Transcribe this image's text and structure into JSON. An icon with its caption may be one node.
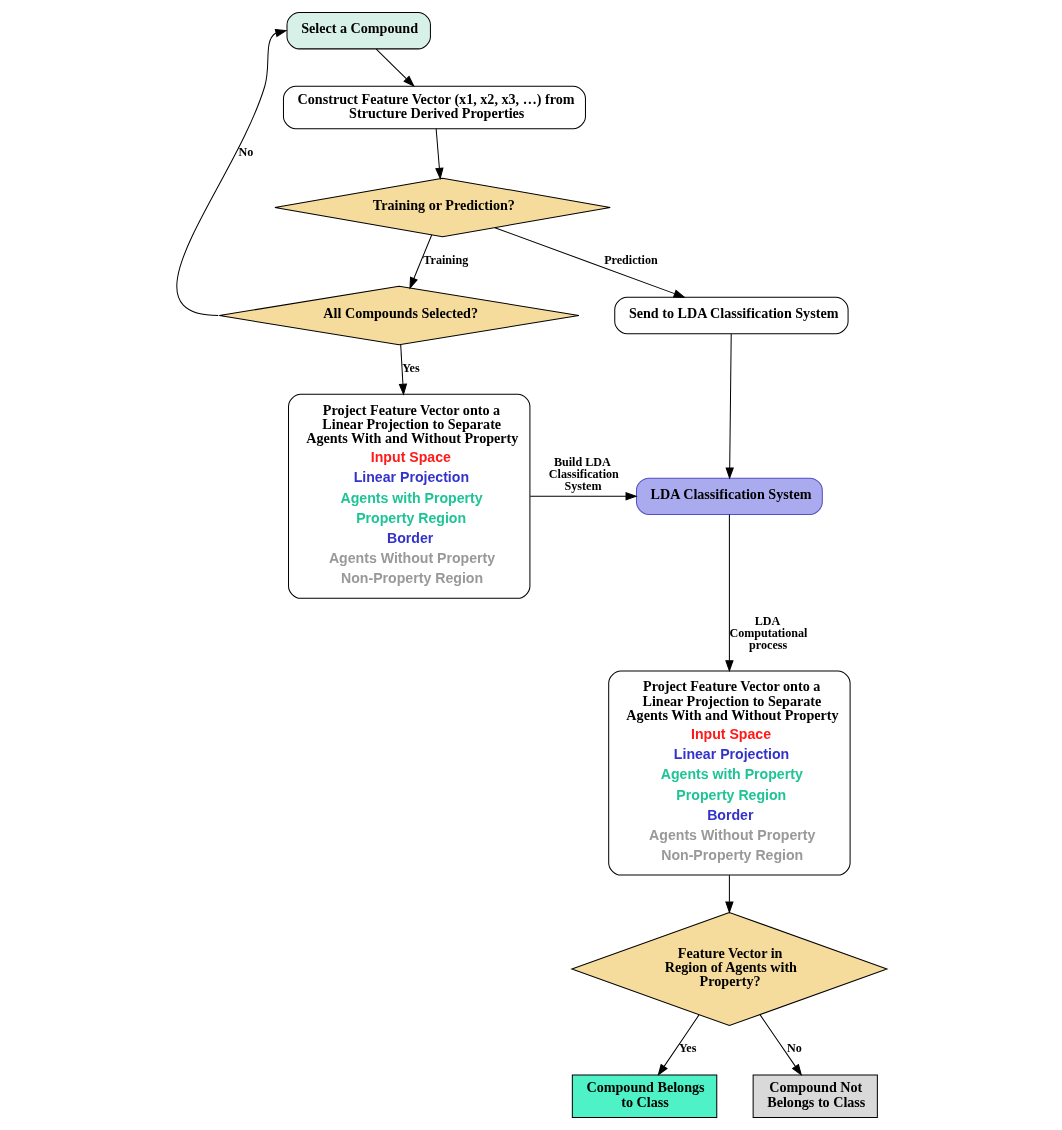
{
  "diagram": {
    "nodes": [
      {
        "text": [
          "Select a Compound"
        ]
      },
      {
        "text": [
          "Construct Feature Vector (x1, x2, x3, …) from Structure Derived Properties"
        ]
      },
      {
        "text": [
          "Training or Prediction?"
        ]
      },
      {
        "text": [
          "All Compounds Selected?"
        ]
      },
      {
        "text": [
          "Send to LDA Classification System"
        ]
      },
      {
        "text": [
          "Project Feature Vector onto a Linear Projection to Separate Agents With and Without Property",
          "Input Space",
          "Linear Projection",
          "Agents with Property",
          "Property Region",
          "Border",
          "Agents Without Property",
          "Non-Property Region"
        ]
      },
      {
        "text": [
          "LDA Classification System"
        ]
      },
      {
        "text": [
          "Project Feature Vector onto a Linear Projection to Separate Agents With and Without Property",
          "Input Space",
          "Linear Projection",
          "Agents with Property",
          "Property Region",
          "Border",
          "Agents Without Property",
          "Non-Property Region"
        ]
      },
      {
        "text": [
          "Feature Vector in Region of Agents with Property?"
        ]
      },
      {
        "text": [
          "Compound Belongs to Class"
        ]
      },
      {
        "text": [
          "Compound Not Belongs to Class"
        ]
      }
    ],
    "edges": [
      {
        "from": 0,
        "to": 1,
        "arrow": "to"
      },
      {
        "from": 1,
        "to": 2,
        "arrow": "to"
      },
      {
        "from": 2,
        "to": 3,
        "arrow": "to",
        "label": "Training"
      },
      {
        "from": 2,
        "to": 4,
        "arrow": "to",
        "label": "Prediction"
      },
      {
        "from": 3,
        "to": 0,
        "arrow": "to",
        "label": "No"
      },
      {
        "from": 3,
        "to": 5,
        "arrow": "to",
        "label": "Yes"
      },
      {
        "from": 4,
        "to": 6,
        "arrow": "to"
      },
      {
        "from": 5,
        "to": 6,
        "arrow": "to",
        "label": "Build LDA Classification System"
      },
      {
        "from": 6,
        "to": 7,
        "arrow": "to",
        "label": "LDA Computational process"
      },
      {
        "from": 7,
        "to": 8,
        "arrow": "to"
      },
      {
        "from": 8,
        "to": 9,
        "arrow": "to",
        "label": "Yes"
      },
      {
        "from": 8,
        "to": 10,
        "arrow": "to",
        "label": "No"
      }
    ]
  }
}
